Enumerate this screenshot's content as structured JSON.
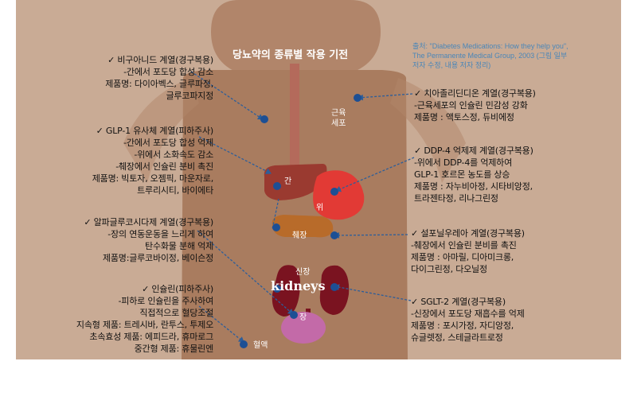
{
  "title": "당뇨약의 종류별 작용 기전",
  "source": "출처: \"Diabetes Medications: How they help you\", The Permanente Medical Group, 2003 (그림 일부 저자 수정, 내용 저자 정리)",
  "labels": {
    "muscle": [
      "근육",
      "세포"
    ],
    "liver": "간",
    "stomach": "위",
    "pancreas": "췌장",
    "kidney": "신장",
    "kidneys_en": "kidneys",
    "intestine": "장",
    "blood": "혈액"
  },
  "left_blocks": [
    {
      "lines": [
        "✓ 비구아니드 계열(경구복용)",
        "-간에서 포도당 합성 감소",
        "제품명: 다이아벡스, 글루파정,",
        "글루코파지정"
      ]
    },
    {
      "lines": [
        "✓ GLP-1 유사체 계열(피하주사)",
        "-간에서 포도당 합성 억제",
        "-위에서 소화속도 감소",
        "-췌장에서 인슐린 분비 촉진",
        "제품명: 빅토자, 오젬픽, 마운자로,",
        "트루리시티, 바이에타"
      ]
    },
    {
      "lines": [
        "✓ 알파글루코시다제 계열(경구복용)",
        "-장의 연동운동을 느리게 하여",
        "탄수화물 분해 억제",
        "제품명:글루코바이정, 베이슨정"
      ]
    },
    {
      "lines": [
        "✓ 인슐린(피하주사)",
        "-피하로 인슐린을 주사하여",
        "직접적으로 혈당조절",
        "지속형 제품: 트레시바, 란투스, 투제오",
        "초속효성 제품: 에피드라, 휴마로그",
        "중간형 제품: 휴물린엔"
      ]
    }
  ],
  "right_blocks": [
    {
      "lines": [
        "✓ 치아졸리딘디온 계열(경구복용)",
        "-근육세포의 인슐린 민감성 강화",
        "제품명 : 액토스정, 듀비에정"
      ]
    },
    {
      "lines": [
        "✓ DDP-4 억제제 계열(경구복용)",
        "-위에서 DDP-4를 억제하여",
        "GLP-1 호르몬 농도를 상승",
        "제품명 : 자누비아정, 시타비앙정,",
        "트라젠타정, 리나그린정"
      ]
    },
    {
      "lines": [
        "✓ 설포닐우레아 계열(경구복용)",
        "-췌장에서 인슐린 분비를 촉진",
        "제품명 : 아마릴, 디아미크롱,",
        "다이그린정, 다오닐정"
      ]
    },
    {
      "lines": [
        "✓ SGLT-2 계열(경구복용)",
        "-신장에서 포도당 재흡수를 억제",
        "제품명 : 포시가정, 자디앙정,",
        "슈글렛정, 스테글라트로정"
      ]
    }
  ],
  "colors": {
    "background_body": "#c9ab95",
    "skin_dark": "#b1856a",
    "torso": "#a97c5f",
    "esophagus": "#b46a5b",
    "liver": "#9a3a30",
    "stomach": "#e23a35",
    "pancreas": "#b86b2a",
    "kidney": "#7a1320",
    "intestine": "#c36aa8",
    "dot": "#1d4f94",
    "arrow": "#2d5e9a"
  }
}
